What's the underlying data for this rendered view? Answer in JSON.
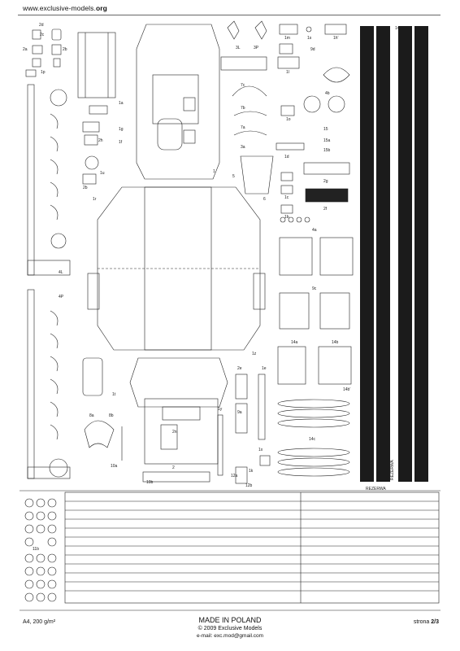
{
  "header": {
    "site_prefix": "www.exclusive-models.",
    "site_tld": "org"
  },
  "labels": {
    "p2c": "2c",
    "p2d": "2d",
    "p2a": "2a",
    "p2b": "2b",
    "p1p": "1p",
    "p1a": "1a",
    "p1h": "1h",
    "p1g": "1g",
    "p1f": "1f",
    "p2h": "2h",
    "p1u": "1u",
    "p2b2": "2b",
    "p1r": "1r",
    "p4l": "4L",
    "p4p": "4P",
    "p3l": "3L",
    "p3p": "3P",
    "p1m": "1m",
    "p1s": "1s",
    "p1h2": "1h'",
    "p9d": "9d",
    "p1l": "1l",
    "p7c": "7c",
    "p7b": "7b",
    "p7a": "7a",
    "p3a": "3a",
    "p1o": "1o",
    "p4b": "4b",
    "p15": "15",
    "p15a": "15a",
    "p15b": "15b",
    "p1d": "1d",
    "p2g": "2g",
    "p1c": "1c",
    "p1b": "1b",
    "p2f": "2f",
    "p4a": "4a",
    "p9c": "9c",
    "p14a": "14a",
    "p14b": "14b",
    "p14b2": "14b'",
    "p14c": "14c",
    "p14": "14",
    "p1z": "1z",
    "p1e": "1e",
    "p2e": "2e",
    "p9a": "9a",
    "p1t": "1t",
    "p1y": "1y",
    "p8a": "8a",
    "p8b": "8b",
    "p10a": "10a",
    "p10b": "10b",
    "p12a": "12a",
    "p12b": "12b",
    "p11b": "11b",
    "p1x": "1x",
    "p1k": "1k",
    "p2": "2",
    "p5": "5",
    "p6": "6",
    "p1": "1",
    "p2n": "2n"
  },
  "reserve_label": "REZERWA",
  "reserve_label_vertical": "REZERWA",
  "footer": {
    "paper": "A4, 200 g/m²",
    "made_in": "MADE IN POLAND",
    "copyright": "© 2009 Exclusive Models",
    "email": "e-mail: exc.mod@gmail.com",
    "page_prefix": "strona ",
    "page_number": "2/3"
  }
}
